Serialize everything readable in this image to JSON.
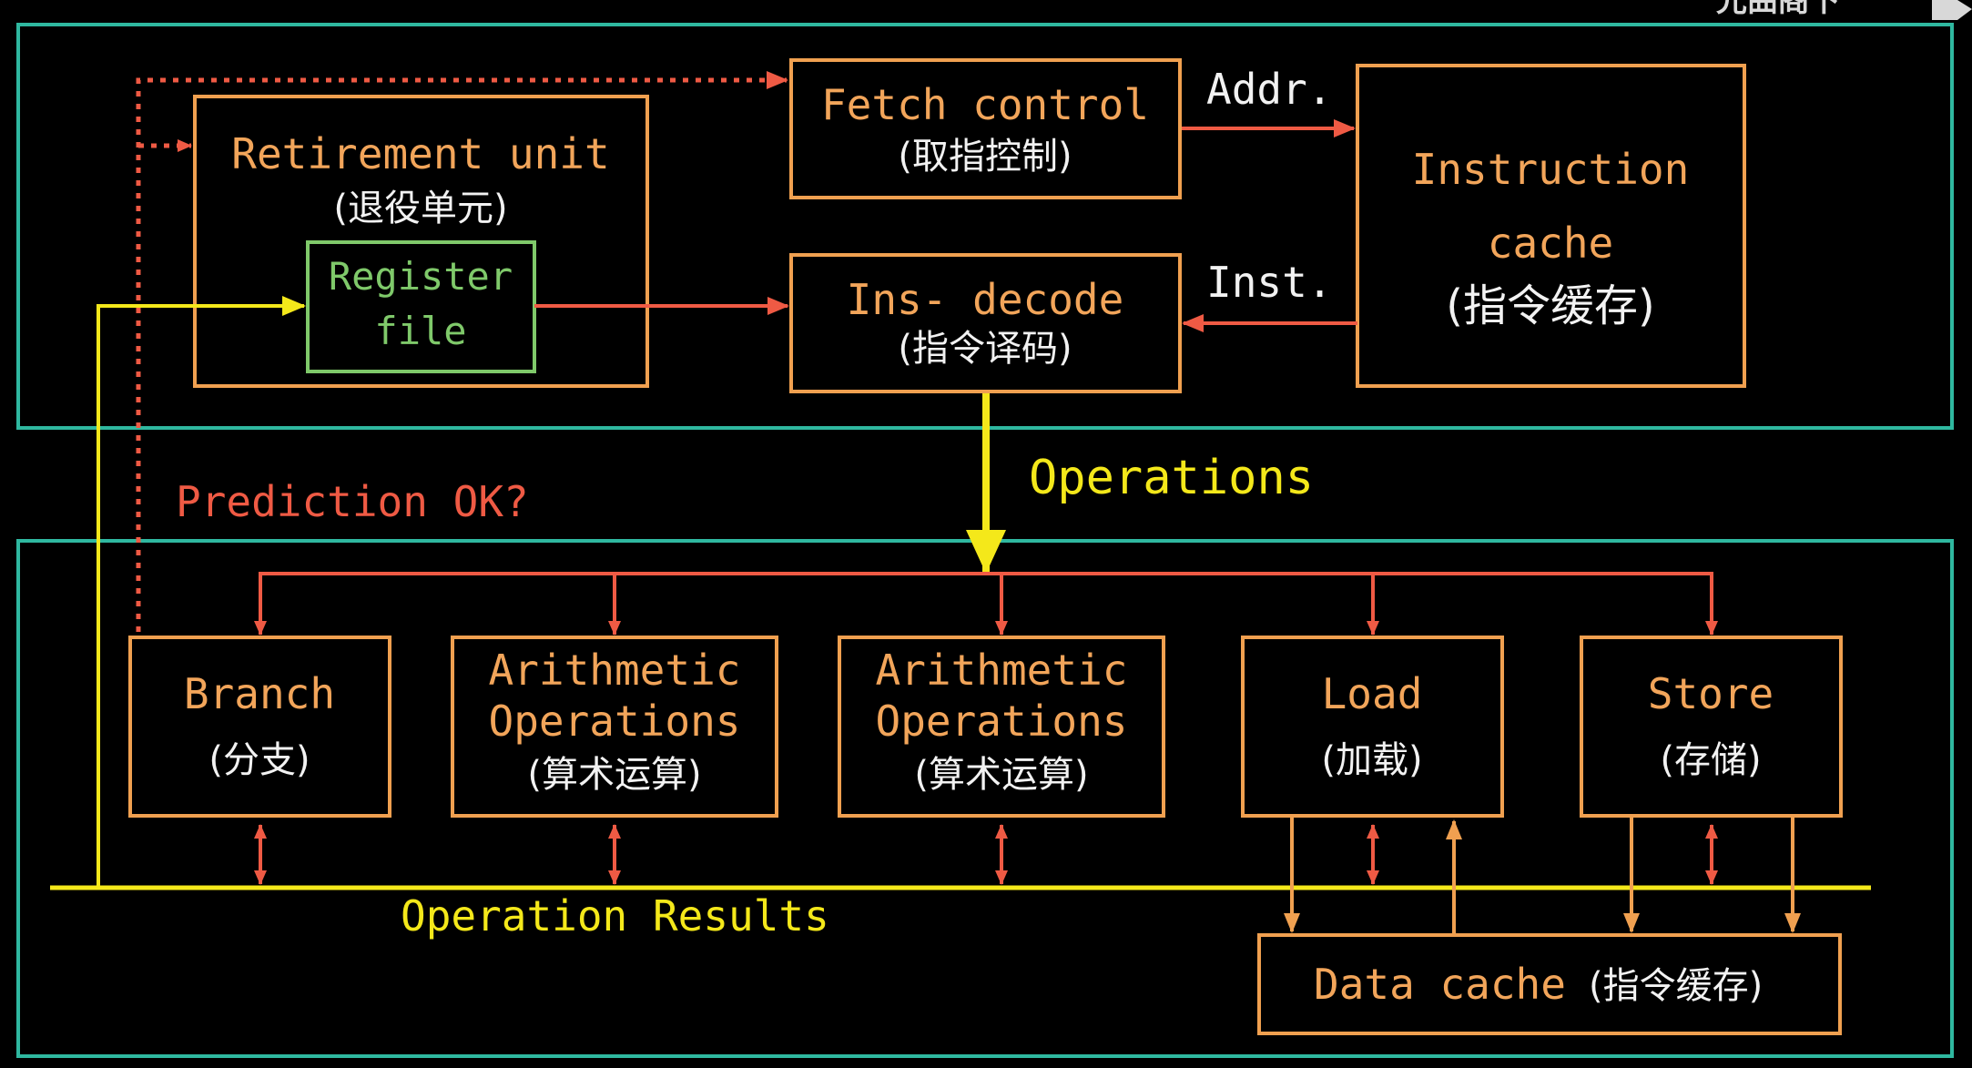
{
  "colors": {
    "region": "#2fb8a0",
    "box": "#f0a050",
    "register": "#7fc96a",
    "arrow_red": "#ef5a44",
    "yellow": "#f4e81a",
    "text_box": "#f2a55a",
    "text_yellow": "#f4e81a",
    "text_red": "#ef5a44",
    "text_white": "#f2f2f2"
  },
  "watermark": "光曲阁下",
  "front_end": {
    "retirement_unit": {
      "title": "Retirement unit",
      "subtitle": "(退役单元)"
    },
    "register_file": {
      "line1": "Register",
      "line2": "file"
    },
    "fetch_control": {
      "title": "Fetch  control",
      "subtitle": "(取指控制)"
    },
    "instruction_cache": {
      "line1": "Instruction",
      "line2": "cache",
      "subtitle": "(指令缓存)"
    },
    "ins_decode": {
      "title": "Ins- decode",
      "subtitle": "(指令译码)"
    },
    "addr_label": "Addr.",
    "inst_label": "Inst."
  },
  "labels": {
    "prediction": "Prediction OK?",
    "operations": "Operations",
    "operation_results": "Operation Results"
  },
  "execution_units": {
    "branch": {
      "title": "Branch",
      "subtitle": "(分支)"
    },
    "arith1": {
      "line1": "Arithmetic",
      "line2": "Operations",
      "subtitle": "(算术运算)"
    },
    "arith2": {
      "line1": "Arithmetic",
      "line2": "Operations",
      "subtitle": "(算术运算)"
    },
    "load": {
      "title": "Load",
      "subtitle": "(加载)"
    },
    "store": {
      "title": "Store",
      "subtitle": "(存储)"
    }
  },
  "data_cache": {
    "title": "Data  cache",
    "subtitle": "(指令缓存)"
  }
}
